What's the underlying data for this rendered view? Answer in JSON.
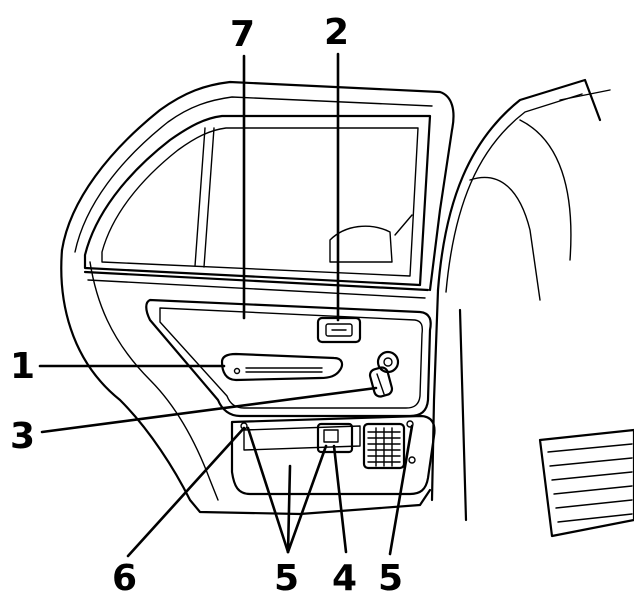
{
  "callouts": {
    "c1": "1",
    "c2": "2",
    "c3": "3",
    "c4": "4",
    "c5a": "5",
    "c5b": "5",
    "c6": "6",
    "c7": "7"
  },
  "colors": {
    "ink": "#000000",
    "paper": "#ffffff"
  }
}
